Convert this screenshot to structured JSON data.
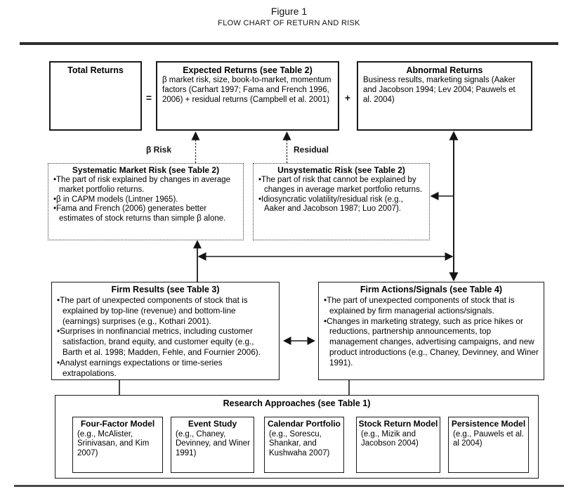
{
  "figure": {
    "label": "Figure 1",
    "title": "FLOW CHART OF RETURN AND RISK"
  },
  "operators": {
    "equals": "=",
    "plus": "+"
  },
  "glyphs": {
    "bullet": "•"
  },
  "top_row": {
    "total_returns": {
      "title": "Total Returns"
    },
    "expected_returns": {
      "title": "Expected Returns (see Table 2)",
      "body": "β market risk, size, book-to-market, momentum factors (Carhart 1997; Fama and French 1996, 2006) + residual returns (Campbell et al. 2001)"
    },
    "abnormal_returns": {
      "title": "Abnormal Returns",
      "body": "Business results, marketing signals (Aaker and Jacobson 1994; Lev 2004; Pauwels et al. 2004)"
    }
  },
  "edge_labels": {
    "beta_risk": "β Risk",
    "residual": "Residual"
  },
  "risk_row": {
    "systematic": {
      "title": "Systematic Market Risk (see Table 2)",
      "bullets": [
        "The part of risk explained by changes in average market portfolio returns.",
        "β in CAPM models (Lintner 1965).",
        "Fama and French (2006) generates better estimates of stock returns than simple β alone."
      ]
    },
    "unsystematic": {
      "title": "Unsystematic Risk (see Table 2)",
      "bullets": [
        "The part of risk that cannot be explained by changes in average market portfolio returns.",
        "Idiosyncratic volatility/residual risk (e.g., Aaker and Jacobson 1987; Luo 2007)."
      ]
    }
  },
  "firm_row": {
    "firm_results": {
      "title": "Firm Results (see Table 3)",
      "bullets": [
        "The part of unexpected components of stock that is explained by top-line (revenue) and bottom-line (earnings) surprises (e.g., Kothari 2001).",
        "Surprises in nonfinancial metrics, including customer satisfaction, brand equity, and customer equity (e.g., Barth et al. 1998; Madden, Fehle, and Fournier 2006).",
        "Analyst earnings expectations or time-series extrapolations."
      ]
    },
    "firm_actions": {
      "title": "Firm Actions/Signals (see Table 4)",
      "bullets": [
        "The part of unexpected components of stock that is explained by firm managerial actions/signals.",
        "Changes in marketing strategy, such as price hikes or reductions, partnership announcements, top management changes, advertising campaigns, and new product introductions (e.g., Chaney, Devinney, and Winer 1991)."
      ]
    }
  },
  "research": {
    "title": "Research Approaches (see Table 1)",
    "approaches": [
      {
        "title": "Four-Factor Model",
        "body": "(e.g., McAlister, Srinivasan, and Kim 2007)"
      },
      {
        "title": "Event Study",
        "body": "(e.g., Chaney, Devinney, and Winer 1991)"
      },
      {
        "title": "Calendar Portfolio",
        "body": "(e.g., Sorescu, Shankar, and Kushwaha 2007)"
      },
      {
        "title": "Stock Return Model",
        "body": "(e.g., Mizik and Jacobson 2004)"
      },
      {
        "title": "Persistence Model",
        "body": "(e.g., Pauwels et al. al 2004)"
      }
    ]
  },
  "colors": {
    "line": "#1a1a1a",
    "background": "#ffffff",
    "text": "#000000"
  }
}
